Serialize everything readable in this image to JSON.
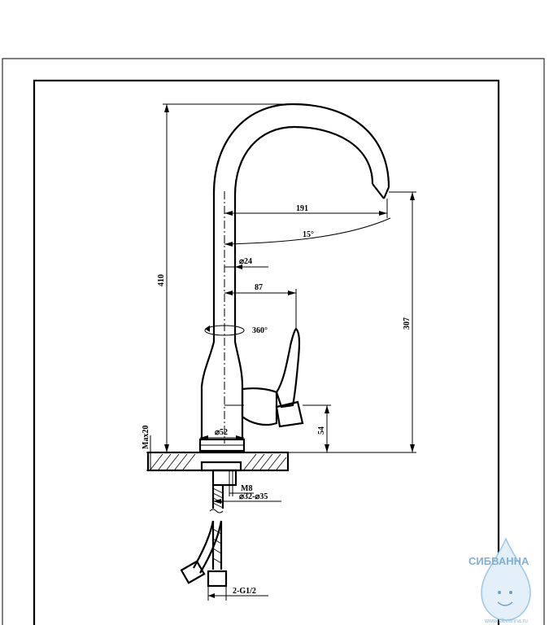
{
  "dimensions": {
    "reach": "191",
    "angle": "15°",
    "pipe_diameter": "⌀24",
    "handle_reach": "87",
    "rotation": "360°",
    "total_height": "410",
    "spout_height": "307",
    "base_diameter": "⌀52",
    "handle_height": "54",
    "max_thickness": "Max20",
    "thread": "M8",
    "hole_diameter": "⌀32-⌀35",
    "hose_connection": "2-G1/2"
  },
  "watermark": {
    "brand": "СИБВАННА",
    "url": "www.sibvanna.ru"
  },
  "colors": {
    "line": "#000000",
    "watermark": "#7fb0d8"
  }
}
